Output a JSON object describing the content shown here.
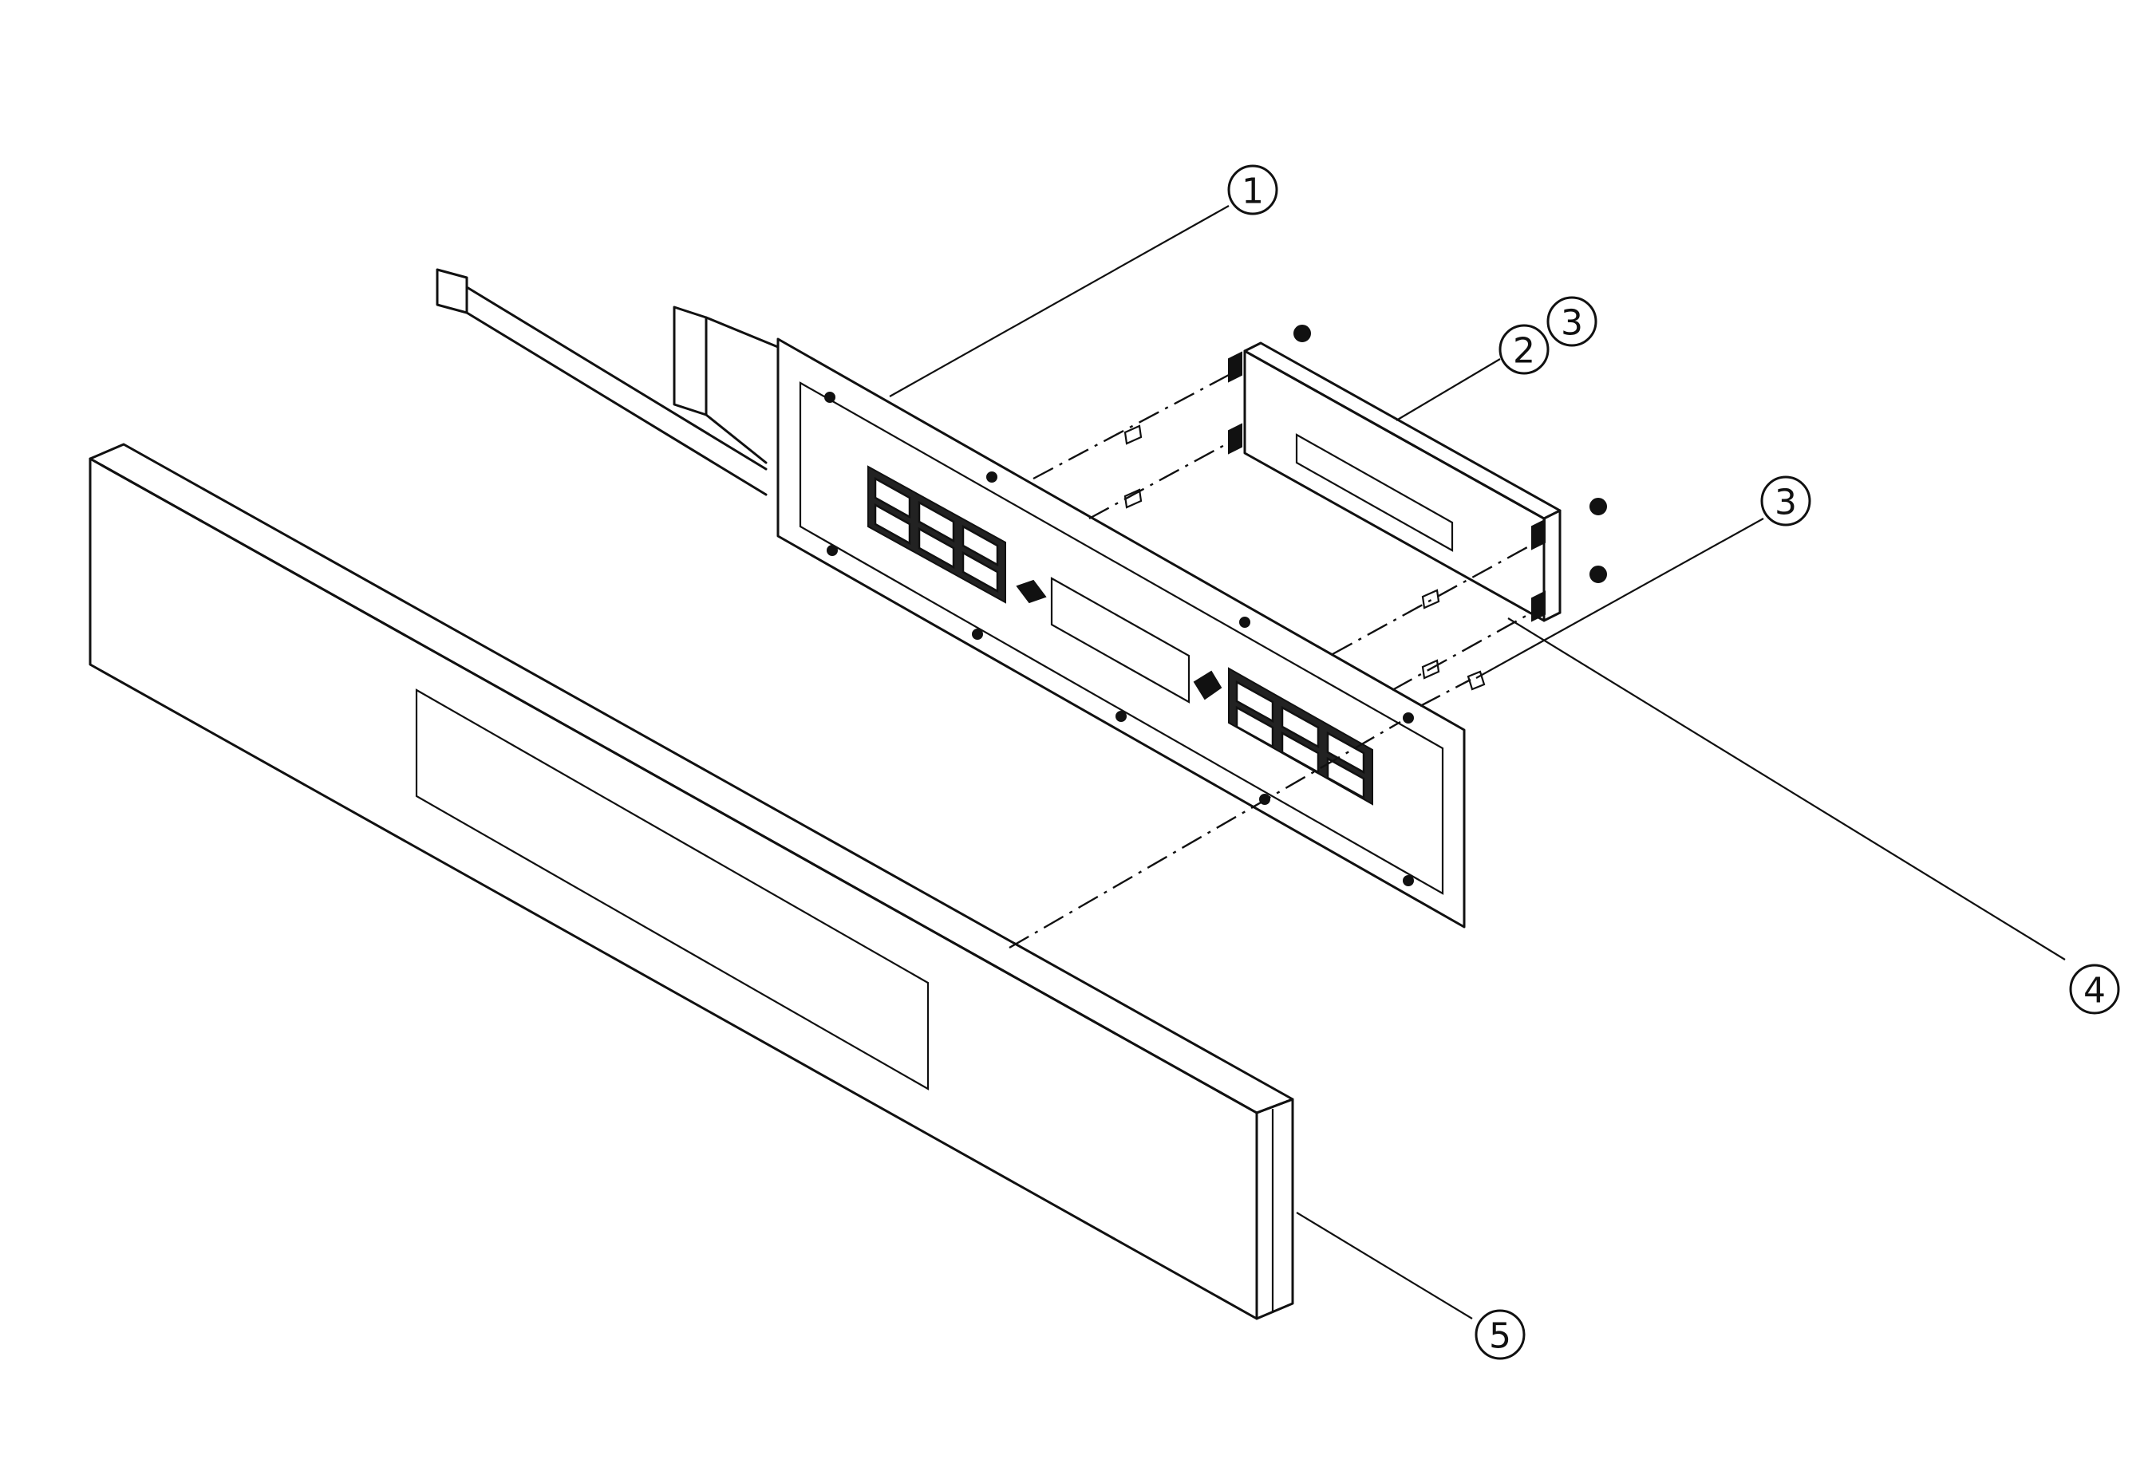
{
  "callouts": [
    {
      "id": "c1",
      "label": "1"
    },
    {
      "id": "c2",
      "label": "2"
    },
    {
      "id": "c3a",
      "label": "3"
    },
    {
      "id": "c3b",
      "label": "3"
    },
    {
      "id": "c4",
      "label": "4"
    },
    {
      "id": "c5",
      "label": "5"
    }
  ],
  "colors": {
    "line": "#111111",
    "background": "#ffffff"
  }
}
